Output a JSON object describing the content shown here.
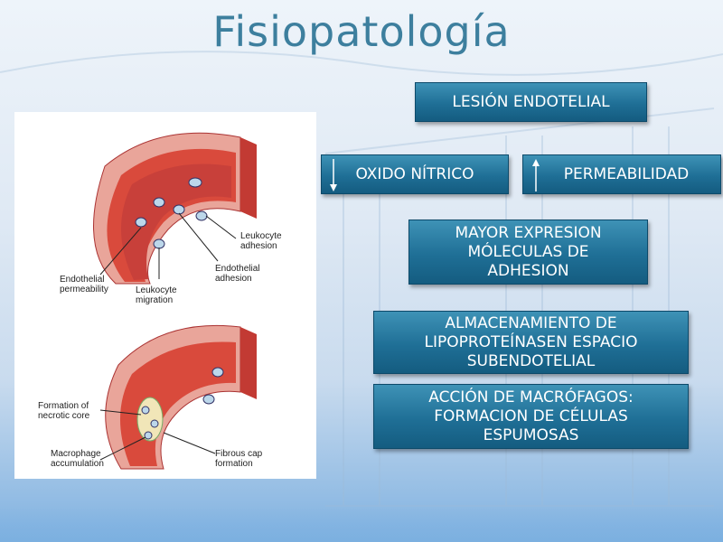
{
  "title": "Fisiopatología",
  "figure": {
    "labels": {
      "leukocyte_adhesion": "Leukocyte adhesion",
      "endothelial_permeability": "Endothelial permeability",
      "endothelial_adhesion": "Endothelial adhesion",
      "leukocyte_migration": "Leukocyte migration",
      "formation_necrotic_core": "Formation of necrotic core",
      "macrophage_accumulation": "Macrophage accumulation",
      "fibrous_cap_formation": "Fibrous cap formation"
    }
  },
  "boxes": {
    "lesion": "LESIÓN ENDOTELIAL",
    "oxido": "OXIDO NÍTRICO",
    "permeabilidad": "PERMEABILIDAD",
    "expresion": "MAYOR EXPRESION MÓLECULAS DE ADHESION",
    "almacenamiento": "ALMACENAMIENTO DE LIPOPROTEÍNASEN ESPACIO SUBENDOTELIAL",
    "macrofagos": "ACCIÓN DE MACRÓFAGOS: FORMACION DE CÉLULAS ESPUMOSAS"
  },
  "colors": {
    "title": "#3d7f9e",
    "box": "#1f6f96",
    "vessel": "#d94a3c"
  }
}
